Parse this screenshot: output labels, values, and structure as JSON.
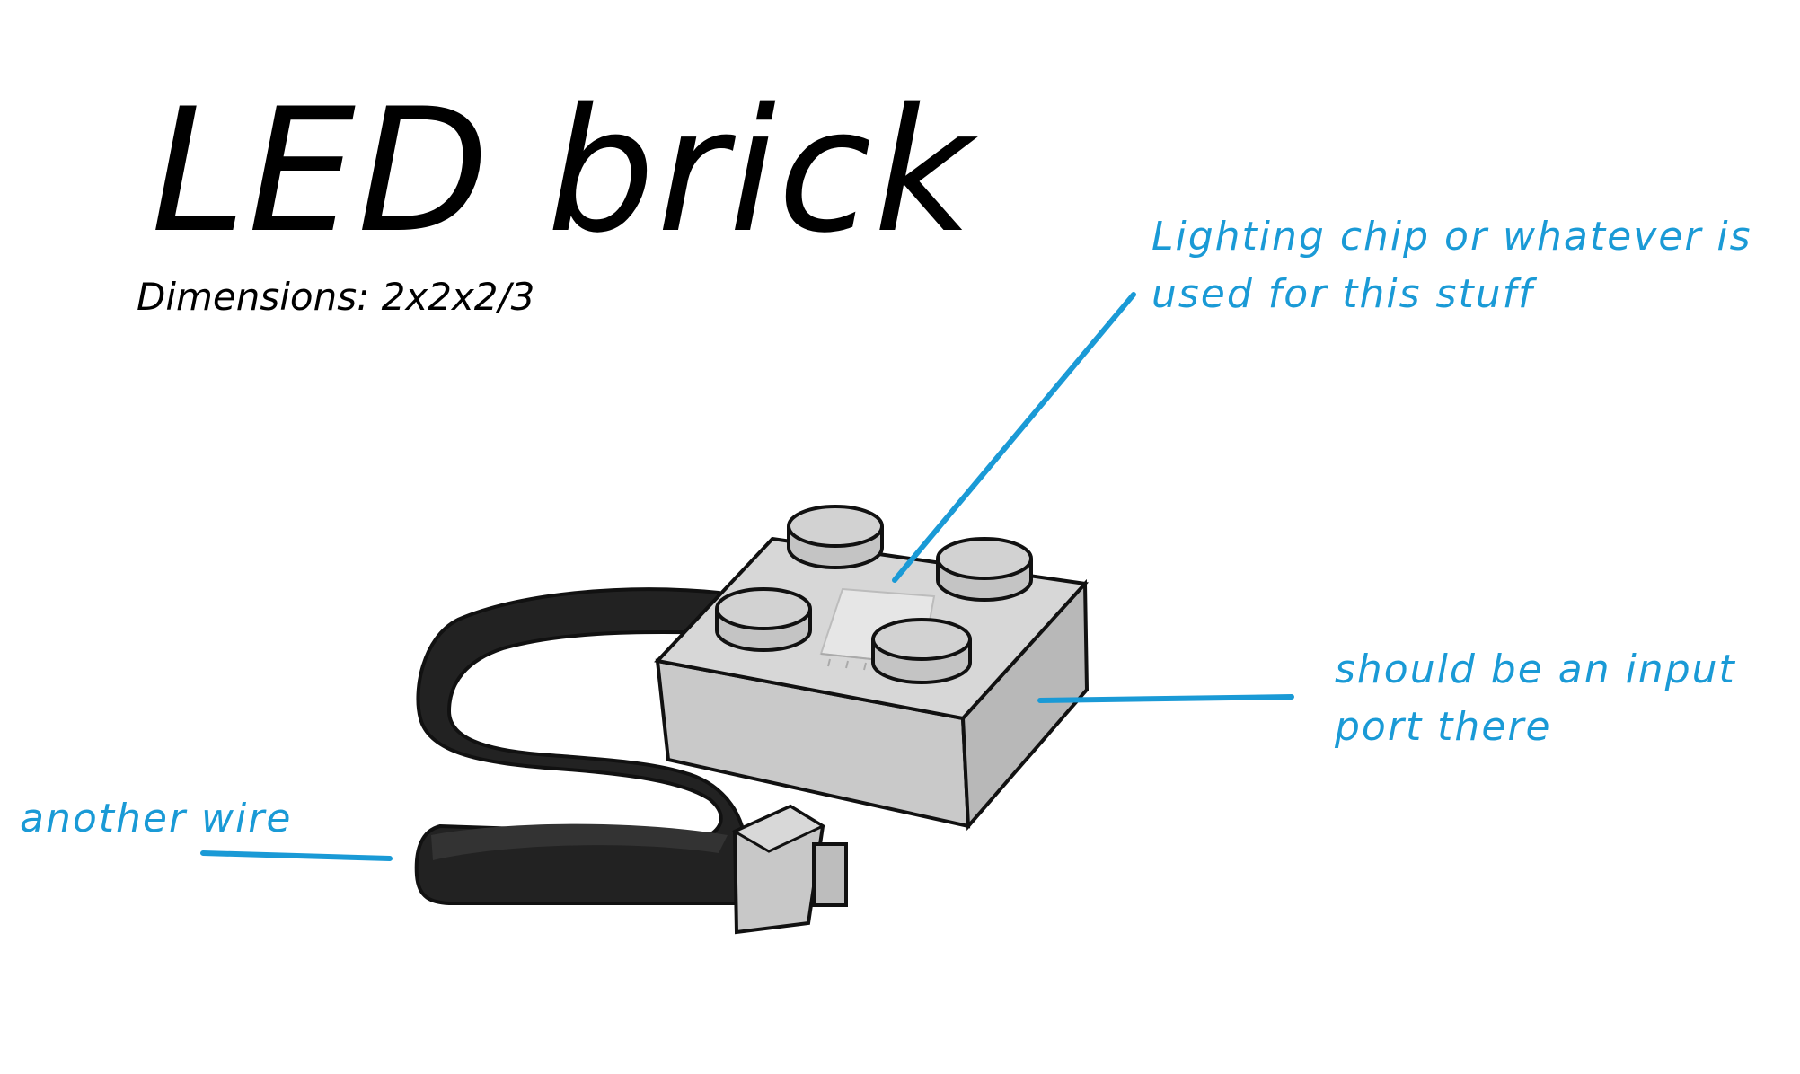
{
  "title": "LED brick",
  "dimensions": "Dimensions: 2x2x2/3",
  "annotations": {
    "chip": {
      "line1": "Lighting chip or whatever is",
      "line2": "used for this stuff"
    },
    "port": {
      "line1": "should be an input",
      "line2": "port there"
    },
    "wire": {
      "line1": "another wire"
    }
  },
  "colors": {
    "annotation": "#1a9ad6",
    "brick": "#d0d0d0",
    "wire": "#222222",
    "outline": "#111111"
  }
}
